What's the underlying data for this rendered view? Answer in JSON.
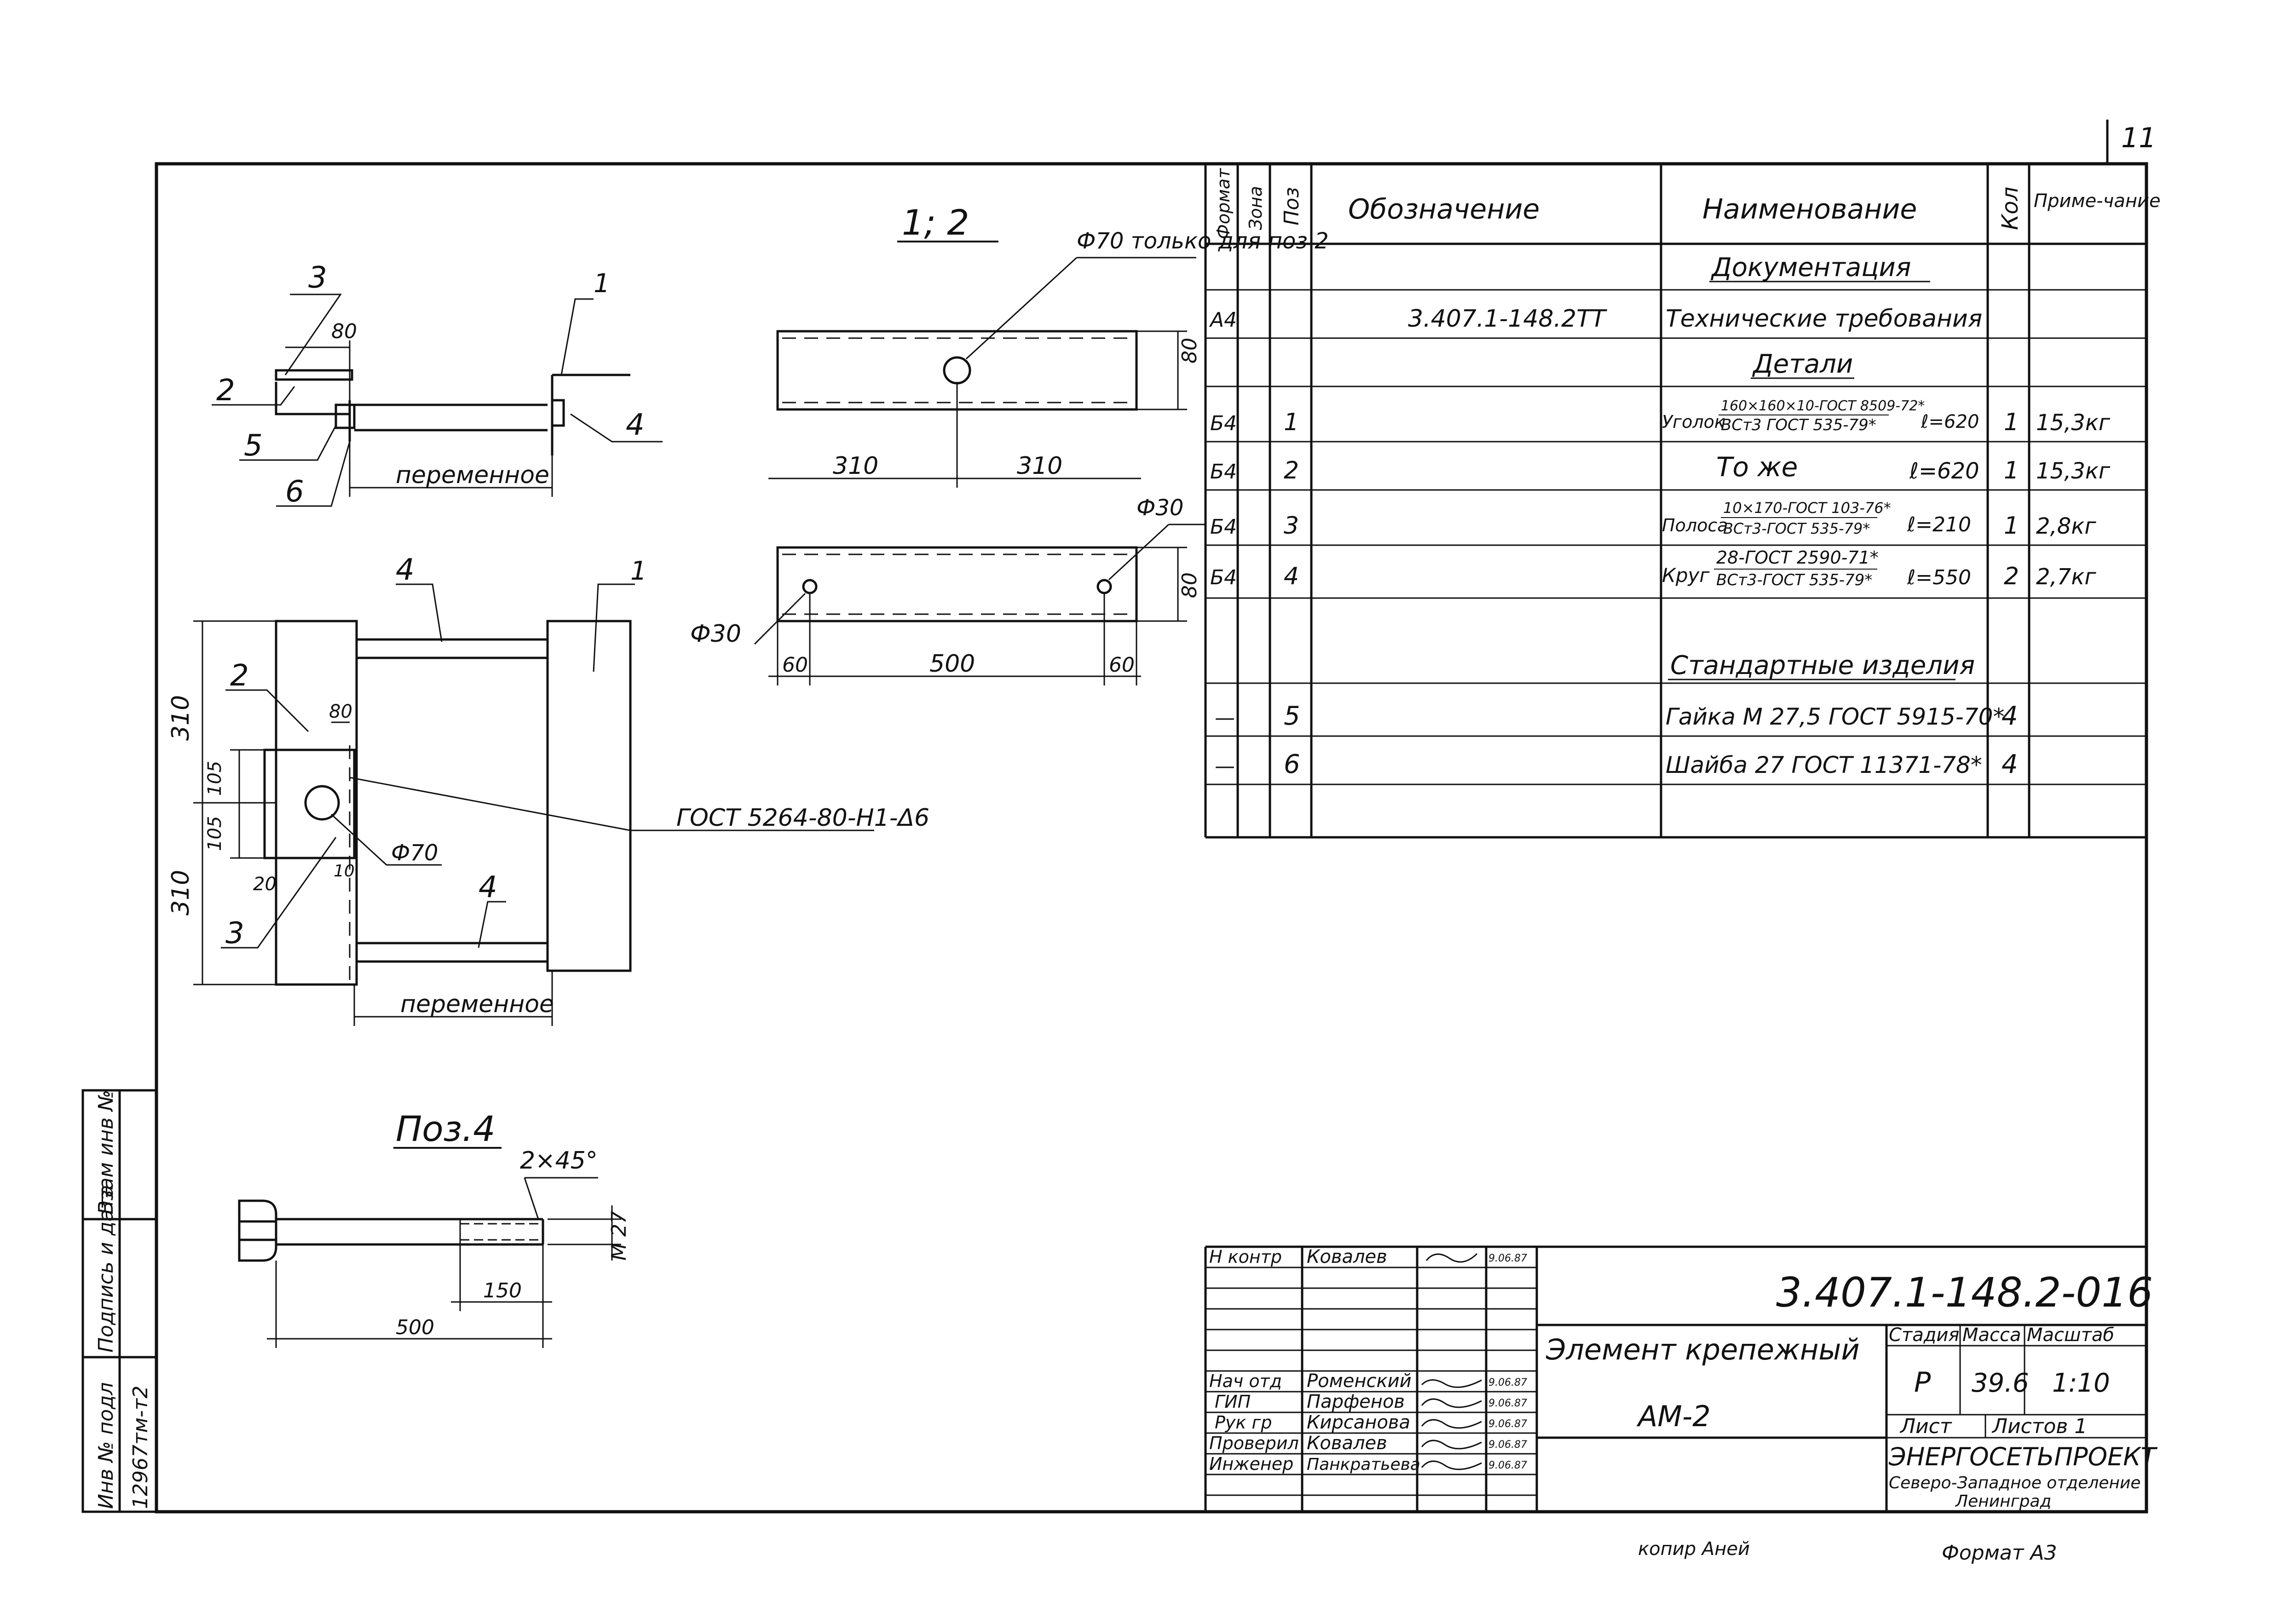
{
  "sheet_number": "11",
  "frame_stamp": {
    "inv_podl_label": "Инв № подл",
    "podpis_label": "Подпись и дата",
    "vzam_label": "Взам инв №",
    "inv_value": "12967тм-т2"
  },
  "drawing": {
    "section_title": "1; 2",
    "hole_note": "Ф70 только для поз 2",
    "var_length": "переменное",
    "gost_note": "ГОСТ 5264-80-Н1-Δ6",
    "pos4_title": "Поз.4",
    "chamfer": "2×45°",
    "thread": "М 27",
    "dims": {
      "d80": "80",
      "d310": "310",
      "d30": "Ф30",
      "d60": "60",
      "d500": "500",
      "d105": "105",
      "d70": "Ф70",
      "d20": "20",
      "d10": "10",
      "d150": "150"
    },
    "callouts": [
      "1",
      "2",
      "3",
      "4",
      "5",
      "6"
    ]
  },
  "spec_table": {
    "headers": {
      "format": "Формат",
      "zone": "Зона",
      "pos": "Поз",
      "designation": "Обозначение",
      "name": "Наименование",
      "qty": "Кол",
      "note": "Приме-чание"
    },
    "rows": [
      {
        "format": "",
        "pos": "",
        "designation": "",
        "name": "Документация",
        "qty": "",
        "note": "",
        "type": "section"
      },
      {
        "format": "А4",
        "pos": "",
        "designation": "3.407.1-148.2ТТ",
        "name": "Технические требования",
        "qty": "",
        "note": ""
      },
      {
        "format": "",
        "pos": "",
        "designation": "",
        "name": "Детали",
        "qty": "",
        "note": "",
        "type": "section"
      },
      {
        "format": "Б4",
        "pos": "1",
        "designation": "",
        "name": "Уголок",
        "name_top": "160×160×10-ГОСТ 8509-72*",
        "name_bottom": "ВСт3 ГОСТ 535-79*",
        "length": "ℓ=620",
        "qty": "1",
        "note": "15,3кг"
      },
      {
        "format": "Б4",
        "pos": "2",
        "designation": "",
        "name": "То же",
        "length": "ℓ=620",
        "qty": "1",
        "note": "15,3кг"
      },
      {
        "format": "Б4",
        "pos": "3",
        "designation": "",
        "name": "Полоса",
        "name_top": "10×170-ГОСТ 103-76*",
        "name_bottom": "ВСт3-ГОСТ 535-79*",
        "length": "ℓ=210",
        "qty": "1",
        "note": "2,8кг"
      },
      {
        "format": "Б4",
        "pos": "4",
        "designation": "",
        "name": "Круг",
        "name_top": "28-ГОСТ 2590-71*",
        "name_bottom": "ВСт3-ГОСТ 535-79*",
        "length": "ℓ=550",
        "qty": "2",
        "note": "2,7кг"
      },
      {
        "format": "",
        "pos": "",
        "designation": "",
        "name": "",
        "qty": "",
        "note": ""
      },
      {
        "format": "",
        "pos": "",
        "designation": "",
        "name": "Стандартные изделия",
        "qty": "",
        "note": "",
        "type": "section"
      },
      {
        "format": "—",
        "pos": "5",
        "designation": "",
        "name": "Гайка М 27,5 ГОСТ 5915-70*",
        "qty": "4",
        "note": ""
      },
      {
        "format": "—",
        "pos": "6",
        "designation": "",
        "name": "Шайба 27  ГОСТ 11371-78*",
        "qty": "4",
        "note": ""
      },
      {
        "format": "",
        "pos": "",
        "designation": "",
        "name": "",
        "qty": "",
        "note": ""
      }
    ]
  },
  "title_block": {
    "doc_number": "3.407.1-148.2-016",
    "title_line1": "Элемент крепежный",
    "title_line2": "АМ-2",
    "stage_label": "Стадия",
    "mass_label": "Масса",
    "scale_label": "Масштаб",
    "stage": "Р",
    "mass": "39.6",
    "scale": "1:10",
    "sheet_label": "Лист",
    "sheets_label": "Листов 1",
    "org_line1": "ЭНЕРГОСЕТЬПРОЕКТ",
    "org_line2": "Северо-Западное отделение",
    "org_line3": "Ленинград",
    "signatures": [
      {
        "role": "Н контр",
        "name": "Ковалев",
        "date": "9.06.87"
      },
      {
        "role": "Нач отд",
        "name": "Роменский",
        "date": "9.06.87"
      },
      {
        "role": "ГИП",
        "name": "Парфенов",
        "date": "9.06.87"
      },
      {
        "role": "Рук гр",
        "name": "Кирсанова",
        "date": "9.06.87"
      },
      {
        "role": "Проверил",
        "name": "Ковалев",
        "date": "9.06.87"
      },
      {
        "role": "Инженер",
        "name": "Панкратьева",
        "date": "9.06.87"
      }
    ]
  },
  "footer": {
    "copied": "копир Аней",
    "format": "Формат А3"
  }
}
